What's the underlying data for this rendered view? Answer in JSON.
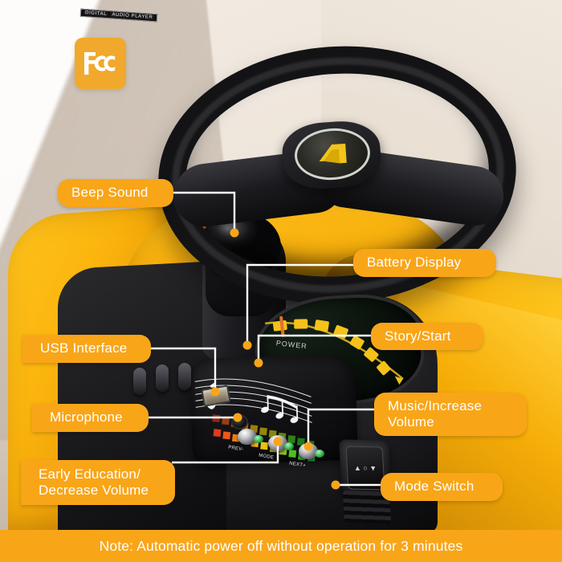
{
  "badge": {
    "name": "FCC",
    "icon": "fcc-certification-icon",
    "color": "#F0A92C"
  },
  "theme": {
    "accent": "#F9A518",
    "label_text": "#FFFFFF",
    "leader_line": "#FFFFFF"
  },
  "callouts": [
    {
      "id": "beep-sound",
      "label": "Beep Sound",
      "side": "left"
    },
    {
      "id": "battery-display",
      "label": "Battery Display",
      "side": "right"
    },
    {
      "id": "usb-interface",
      "label": "USB Interface",
      "side": "left"
    },
    {
      "id": "story-start",
      "label": "Story/Start",
      "side": "right"
    },
    {
      "id": "microphone",
      "label": "Microphone",
      "side": "left"
    },
    {
      "id": "music-volume-up",
      "label": "Music/Increase\nVolume",
      "side": "right"
    },
    {
      "id": "early-education",
      "label": "Early Education/\nDecrease Volume",
      "side": "left"
    },
    {
      "id": "mode-switch",
      "label": "Mode Switch",
      "side": "right"
    }
  ],
  "note": {
    "text": "Note: Automatic power off without operation for 3 minutes"
  },
  "product": {
    "panel_heading": "DIGITAL",
    "panel_heading_2": "AUDIO PLAYER",
    "button_captions": [
      "PREV-",
      "MODE",
      "NEXT+"
    ],
    "mode_switch_symbols": "▲ ○ ▼"
  }
}
